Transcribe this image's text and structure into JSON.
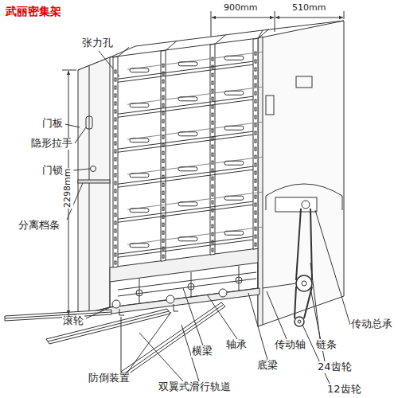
{
  "diagram": {
    "labels": [
      "武丽密集架",
      "900mm",
      "510mm",
      "张力孔",
      "门板",
      "隐形拉手",
      "门锁",
      "2298mm",
      "分离档条",
      "滚轮",
      "防倒装置",
      "双翼式滑行轨道",
      "横梁",
      "轴承",
      "底梁",
      "传动轴",
      "链条",
      "24齿轮",
      "12齿轮",
      "传动总承"
    ]
  }
}
